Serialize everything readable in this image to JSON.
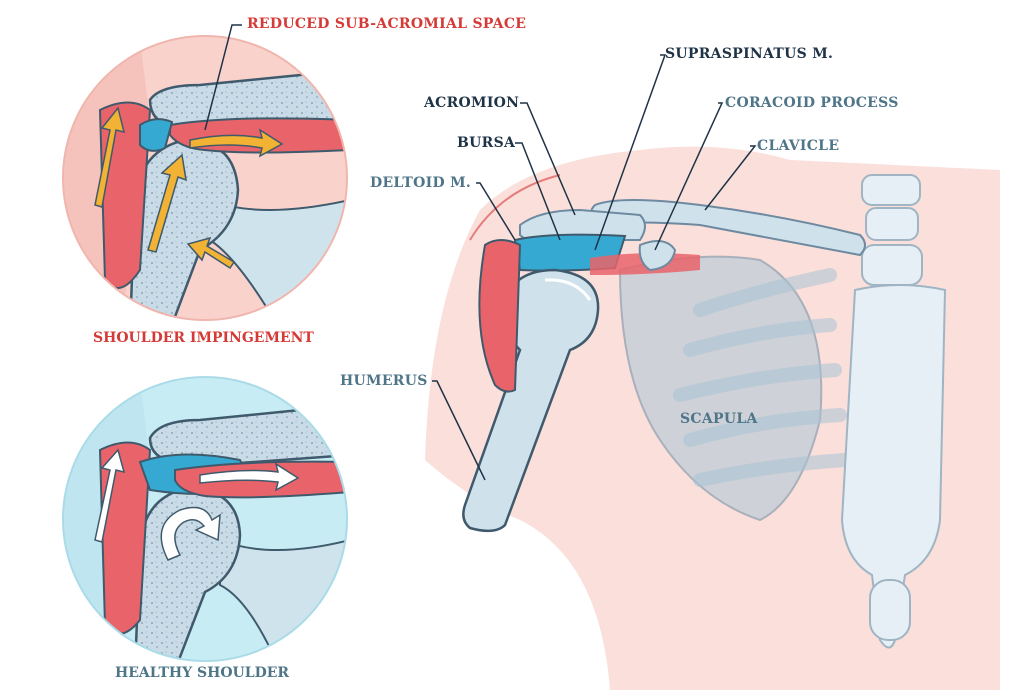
{
  "labels": {
    "reduced_space": "REDUCED SUB-ACROMIAL SPACE",
    "shoulder_impingement": "SHOULDER IMPINGEMENT",
    "healthy_shoulder": "HEALTHY SHOULDER",
    "supraspinatus": "SUPRASPINATUS M.",
    "acromion": "ACROMION",
    "coracoid": "CORACOID PROCESS",
    "bursa": "BURSA",
    "clavicle": "CLAVICLE",
    "deltoid": "DELTOID M.",
    "humerus": "HUMERUS",
    "scapula": "SCAPULA"
  },
  "colors": {
    "label_red": "#d63a36",
    "label_dark": "#1f3347",
    "label_teal": "#4f7588",
    "bone": "#c8dde8",
    "muscle": "#e8646a",
    "bursa": "#35a9d2",
    "skin": "#f6c8c2",
    "arrow_impingement": "#f2b233",
    "arrow_healthy": "#ffffff"
  }
}
